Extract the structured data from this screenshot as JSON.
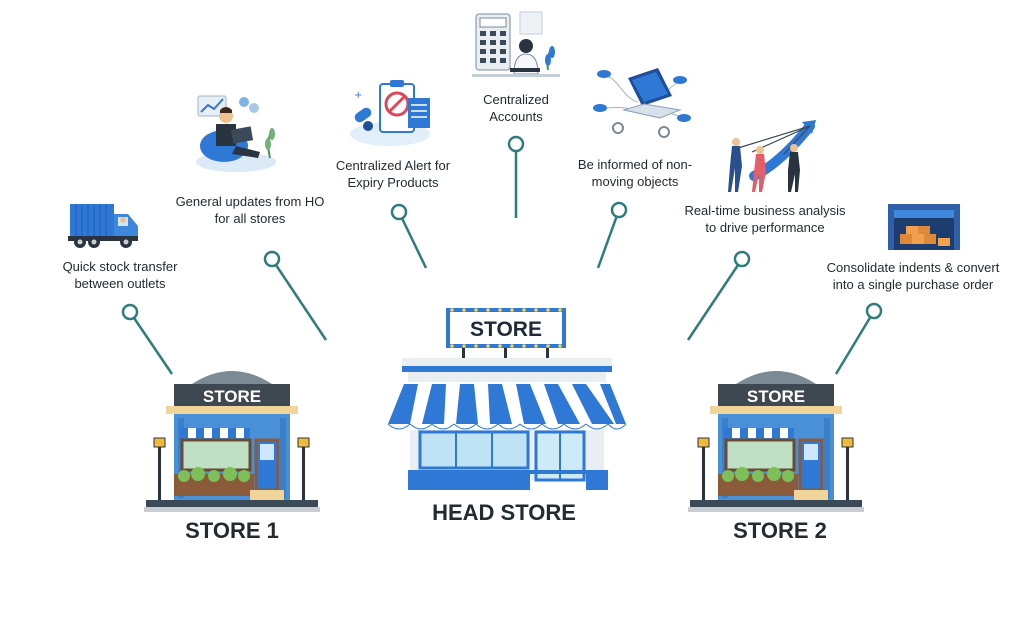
{
  "features": [
    {
      "id": "stock-transfer",
      "label_lines": [
        "Quick stock transfer",
        "between outlets"
      ],
      "icon": "delivery-truck-icon"
    },
    {
      "id": "general-updates",
      "label_lines": [
        "General updates from HO",
        "for all stores"
      ],
      "icon": "person-with-laptop-icon"
    },
    {
      "id": "expiry-alert",
      "label_lines": [
        "Centralized Alert for",
        "Expiry Products"
      ],
      "icon": "expiry-alert-clipboard-icon"
    },
    {
      "id": "accounts",
      "label_lines": [
        "Centralized",
        "Accounts"
      ],
      "icon": "accountant-calculator-icon"
    },
    {
      "id": "non-moving",
      "label_lines": [
        "Be informed of non-",
        "moving objects"
      ],
      "icon": "laptop-network-icon"
    },
    {
      "id": "business-analysis",
      "label_lines": [
        "Real-time business analysis",
        "to drive performance"
      ],
      "icon": "team-pulling-growth-arrow-icon"
    },
    {
      "id": "consolidate",
      "label_lines": [
        "Consolidate indents & convert",
        "into a single purchase order"
      ],
      "icon": "warehouse-boxes-icon"
    }
  ],
  "stores": {
    "store1": {
      "sign": "STORE",
      "caption": "STORE 1"
    },
    "head": {
      "sign": "STORE",
      "caption": "HEAD STORE"
    },
    "store2": {
      "sign": "STORE",
      "caption": "STORE 2"
    }
  },
  "colors": {
    "connector": "#2e7d7a",
    "awning_blue": "#2f78d6",
    "store_blue": "#4a90d9",
    "sign_dark": "#3d4850",
    "caption": "#222b30"
  }
}
